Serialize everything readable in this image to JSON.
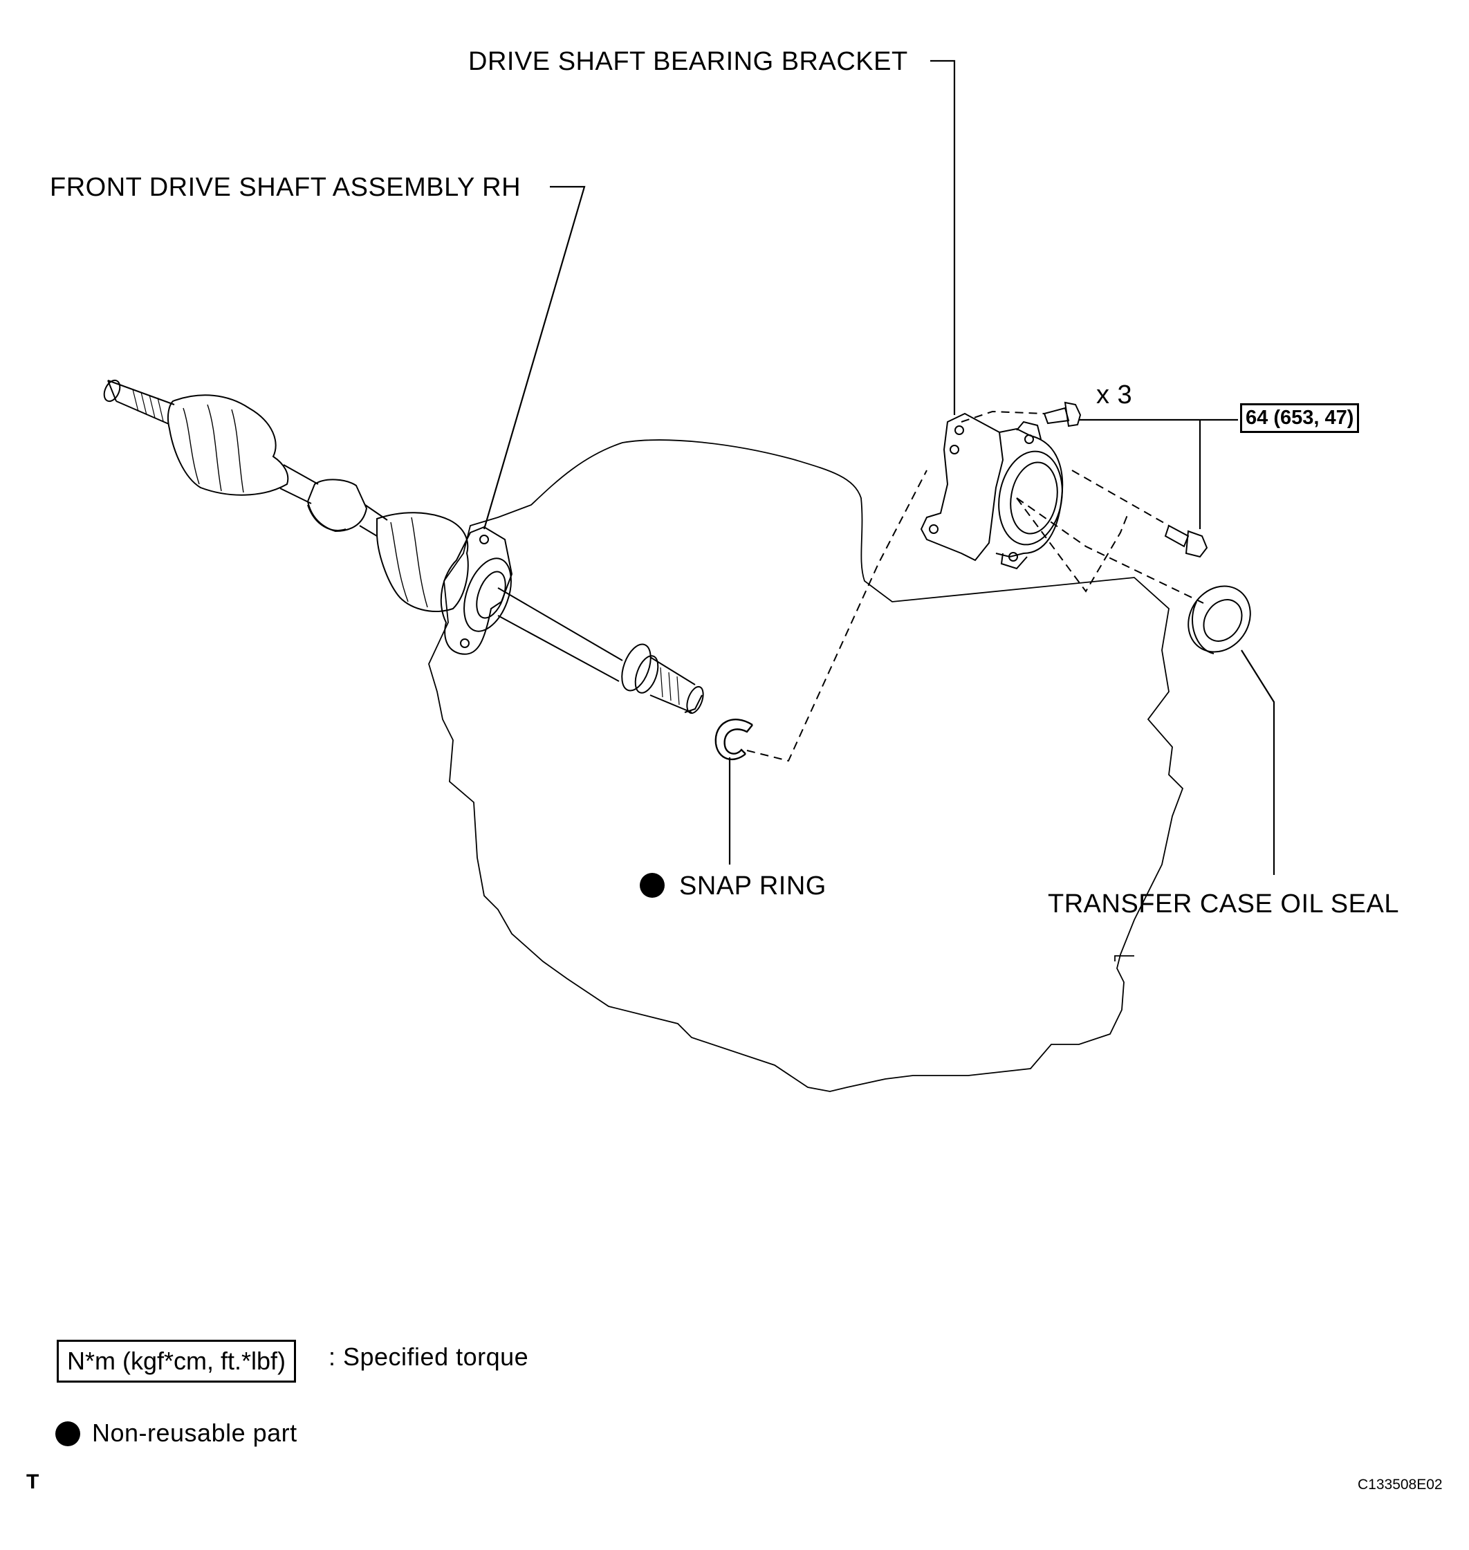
{
  "labels": {
    "bearing_bracket": "DRIVE SHAFT BEARING BRACKET",
    "front_drive_shaft": "FRONT DRIVE SHAFT ASSEMBLY RH",
    "quantity": "x 3",
    "torque_value": "64 (653, 47)",
    "snap_ring": "SNAP RING",
    "oil_seal": "TRANSFER CASE OIL SEAL"
  },
  "legend": {
    "torque_unit": "N*m (kgf*cm, ft.*lbf)",
    "torque_desc": ": Specified torque",
    "nonreusable_desc": "Non-reusable part"
  },
  "footer": {
    "corner_mark": "T",
    "figure_id": "C133508E02"
  },
  "colors": {
    "ink": "#000000",
    "background": "#ffffff"
  }
}
